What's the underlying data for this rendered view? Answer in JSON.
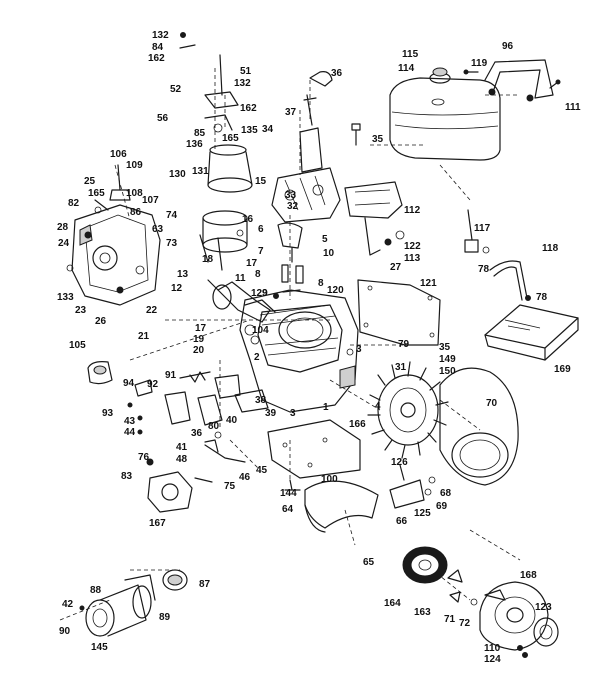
{
  "diagram": {
    "part_numbers": [
      "132",
      "84",
      "162",
      "51",
      "132",
      "36",
      "96",
      "115",
      "114",
      "119",
      "111",
      "52",
      "56",
      "162",
      "37",
      "85",
      "135",
      "34",
      "136",
      "165",
      "35",
      "106",
      "109",
      "25",
      "130",
      "131",
      "15",
      "33",
      "32",
      "108",
      "165",
      "107",
      "86",
      "82",
      "28",
      "74",
      "63",
      "24",
      "73",
      "16",
      "112",
      "117",
      "6",
      "5",
      "7",
      "10",
      "122",
      "113",
      "27",
      "78",
      "118",
      "18",
      "17",
      "8",
      "8",
      "78",
      "13",
      "11",
      "129",
      "120",
      "121",
      "12",
      "9",
      "22",
      "133",
      "23",
      "26",
      "21",
      "104",
      "17",
      "19",
      "20",
      "3",
      "79",
      "35",
      "149",
      "150",
      "105",
      "2",
      "31",
      "94",
      "92",
      "91",
      "169",
      "93",
      "43",
      "44",
      "38",
      "39",
      "40",
      "36",
      "1",
      "4",
      "3",
      "70",
      "166",
      "80",
      "41",
      "48",
      "45",
      "46",
      "126",
      "75",
      "76",
      "68",
      "69",
      "83",
      "100",
      "125",
      "144",
      "64",
      "66",
      "167",
      "65",
      "88",
      "87",
      "168",
      "164",
      "42",
      "90",
      "89",
      "163",
      "123",
      "71",
      "72",
      "145",
      "110",
      "124"
    ]
  }
}
